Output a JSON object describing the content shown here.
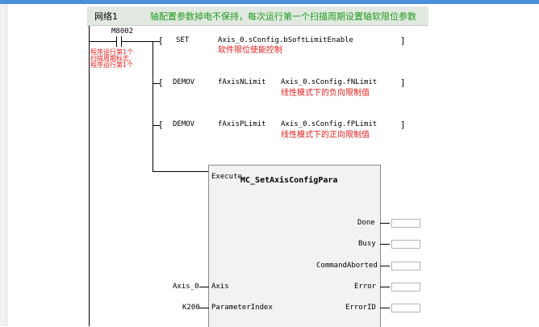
{
  "network": {
    "label": "网络1",
    "comment": "轴配置参数掉电不保持，每次运行第一个扫描周期设置轴软限位参数"
  },
  "contact": {
    "name": "M8002",
    "comment_lines": [
      "程序运行第1个",
      "扫描周期标志,",
      "程序运行第1个"
    ]
  },
  "rungs": [
    {
      "instruction": "SET",
      "operand1": "Axis_0.sConfig.bSoftLimitEnable",
      "operand2": "",
      "comment": "软件限位使能控制"
    },
    {
      "instruction": "DEMOV",
      "operand1": "fAxisNLimit",
      "operand2": "Axis_0.sConfig.fNLimit",
      "comment": "线性模式下的负向限制值"
    },
    {
      "instruction": "DEMOV",
      "operand1": "fAxisPLimit",
      "operand2": "Axis_0.sConfig.fPLimit",
      "comment": "线性模式下的正向限制值"
    }
  ],
  "function_block": {
    "name": "MC_SetAxisConfigPara",
    "execute_pin": "Execute",
    "inputs": [
      {
        "pin": "Axis",
        "value": "Axis_0"
      },
      {
        "pin": "ParameterIndex",
        "value": "K200"
      }
    ],
    "outputs": [
      "Done",
      "Busy",
      "CommandAborted",
      "Error",
      "ErrorID"
    ]
  }
}
